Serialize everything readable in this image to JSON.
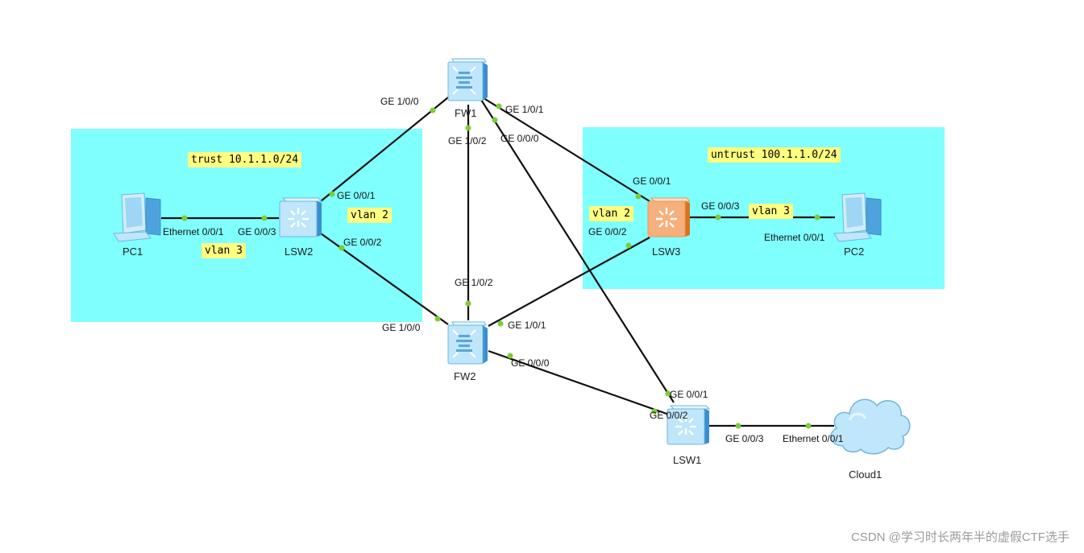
{
  "zones": {
    "trust_label": "trust 10.1.1.0/24",
    "untrust_label": "untrust 100.1.1.0/24"
  },
  "devices": {
    "fw1": "FW1",
    "fw2": "FW2",
    "lsw1": "LSW1",
    "lsw2": "LSW2",
    "lsw3": "LSW3",
    "pc1": "PC1",
    "pc2": "PC2",
    "cloud1": "Cloud1"
  },
  "ports": {
    "fw1_ge100": "GE 1/0/0",
    "fw1_ge101": "GE 1/0/1",
    "fw1_ge102": "GE 1/0/2",
    "fw1_ge000": "GE 0/0/0",
    "fw2_ge100": "GE 1/0/0",
    "fw2_ge101": "GE 1/0/1",
    "fw2_ge102": "GE 1/0/2",
    "fw2_ge000": "GE 0/0/0",
    "lsw2_ge001": "GE 0/0/1",
    "lsw2_ge002": "GE 0/0/2",
    "lsw2_ge003": "GE 0/0/3",
    "pc1_eth": "Ethernet 0/0/1",
    "lsw3_ge001": "GE 0/0/1",
    "lsw3_ge002": "GE 0/0/2",
    "lsw3_ge003": "GE 0/0/3",
    "pc2_eth": "Ethernet 0/0/1",
    "lsw1_ge001": "GE 0/0/1",
    "lsw1_ge002": "GE 0/0/2",
    "lsw1_ge003": "GE 0/0/3",
    "cloud_eth": "Ethernet 0/0/1"
  },
  "vlans": {
    "lsw2_up": "vlan 2",
    "lsw2_pc": "vlan 3",
    "lsw3_up": "vlan 2",
    "lsw3_pc": "vlan 3"
  },
  "watermark": "CSDN @学习时长两年半的虚假CTF选手",
  "colors": {
    "zone": "#80ffff",
    "tag": "#ffff80",
    "link": "#111111",
    "port_dot": "#7ccc3a",
    "fw_face": "#cfeefc",
    "lsw3_face": "#f6b07c"
  }
}
